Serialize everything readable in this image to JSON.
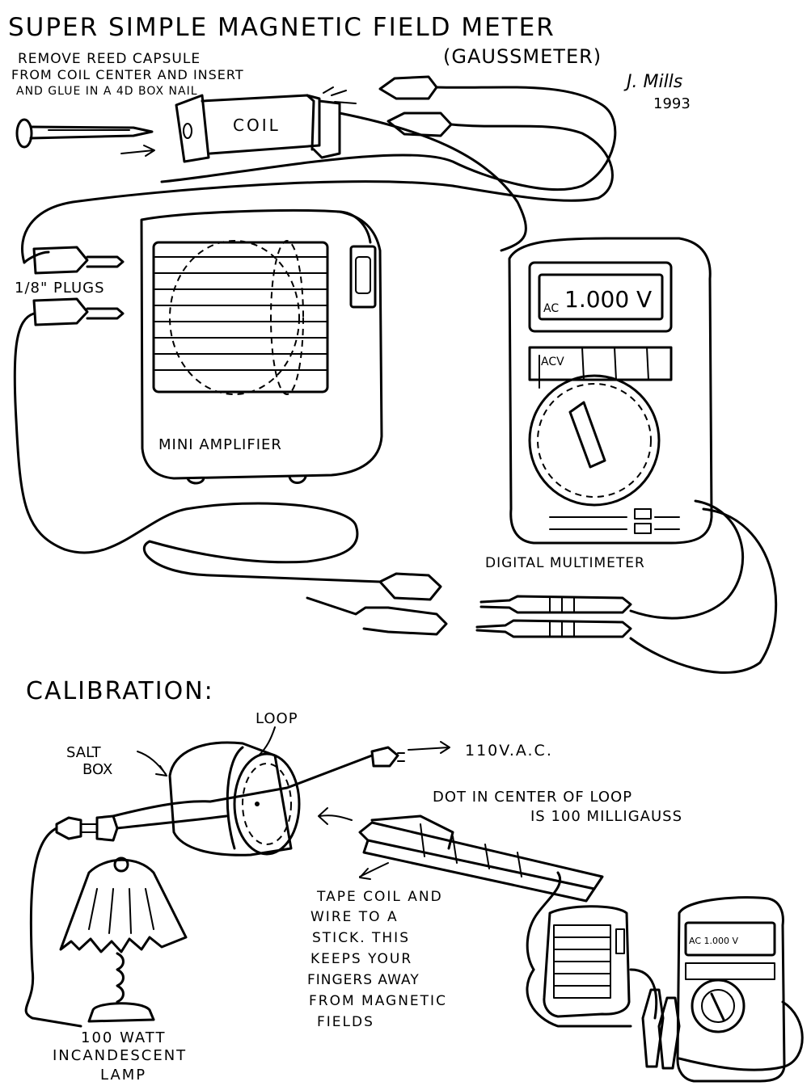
{
  "title": {
    "line1": "SUPER SIMPLE MAGNETIC FIELD METER",
    "line2": "(GAUSSMETER)"
  },
  "signature": {
    "name": "J. Mills",
    "year": "1993"
  },
  "instructions": [
    "REMOVE REED CAPSULE",
    "FROM COIL CENTER AND INSERT",
    "AND GLUE IN A 4D BOX NAIL"
  ],
  "labels": {
    "coil": "COIL",
    "plugs": "1/8\" PLUGS",
    "amplifier": "MINI AMPLIFIER",
    "multimeter": "DIGITAL MULTIMETER",
    "meter_ac": "AC",
    "meter_value": "1.000 V",
    "meter_range": "ACV"
  },
  "calibration": {
    "heading": "CALIBRATION:",
    "loop": "LOOP",
    "salt_box": [
      "SALT",
      "BOX"
    ],
    "power": "110V.A.C.",
    "dot_note": [
      "DOT IN CENTER OF LOOP",
      "IS 100 MILLIGAUSS"
    ],
    "tape_note": [
      "TAPE COIL AND",
      "WIRE TO A",
      "STICK. THIS",
      "KEEPS YOUR",
      "FINGERS AWAY",
      "FROM MAGNETIC",
      "FIELDS"
    ],
    "lamp": [
      "100 WATT",
      "INCANDESCENT",
      "LAMP"
    ],
    "small_meter_value": "AC 1.000 V"
  }
}
